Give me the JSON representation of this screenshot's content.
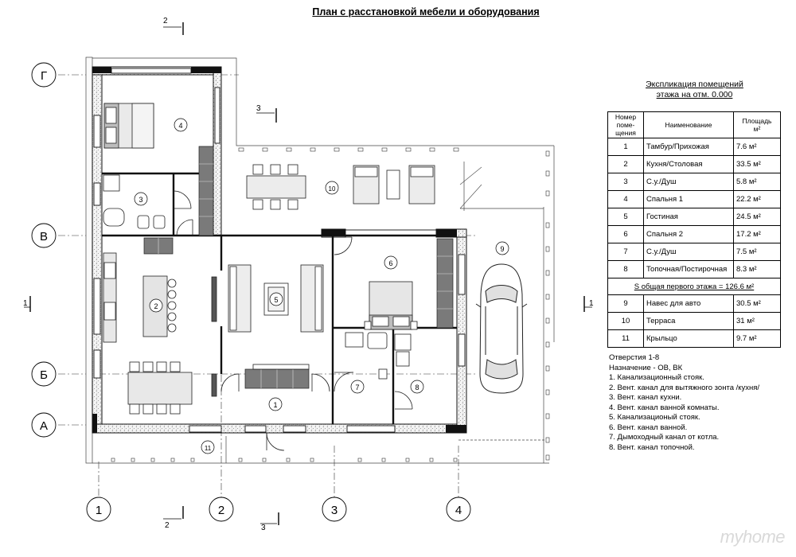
{
  "title": "План с расстановкой мебели и оборудования",
  "explication": {
    "title_line1": "Экспликация помещений",
    "title_line2": "этажа на отм. 0.000",
    "col_number_1": "Номер",
    "col_number_2": "поме-",
    "col_number_3": "щения",
    "col_name": "Наименование",
    "col_area_1": "Площадь",
    "col_area_2": "м²",
    "rows": [
      {
        "num": "1",
        "name": "Тамбур/Прихожая",
        "area": "7.6 м²"
      },
      {
        "num": "2",
        "name": "Кухня/Столовая",
        "area": "33.5 м²"
      },
      {
        "num": "3",
        "name": "С.у./Душ",
        "area": "5.8 м²"
      },
      {
        "num": "4",
        "name": "Спальня 1",
        "area": "22.2 м²"
      },
      {
        "num": "5",
        "name": "Гостиная",
        "area": "24.5 м²"
      },
      {
        "num": "6",
        "name": "Спальня 2",
        "area": "17.2 м²"
      },
      {
        "num": "7",
        "name": "С.у./Душ",
        "area": "7.5 м²"
      },
      {
        "num": "8",
        "name": "Топочная/Постирочная",
        "area": "8.3 м²"
      }
    ],
    "total": "S общая первого этажа = 126.6 м²",
    "extra_rows": [
      {
        "num": "9",
        "name": "Навес для авто",
        "area": "30.5 м²"
      },
      {
        "num": "10",
        "name": "Терраса",
        "area": "31 м²"
      },
      {
        "num": "11",
        "name": "Крыльцо",
        "area": "9.7 м²"
      }
    ]
  },
  "openings": {
    "title": "Отверстия 1-8",
    "purpose": "Назначение - ОВ, ВК",
    "items": [
      "1. Канализационный стояк.",
      "2. Вент. канал для вытяжного зонта /кухня/",
      "3. Вент. канал кухни.",
      "4. Вент. канал ванной комнаты.",
      "5. Канализационый стояк.",
      "6. Вент. канал ванной.",
      "7. Дымоходный канал от котла.",
      "8. Вент. канал топочной."
    ]
  },
  "axes": {
    "letters": [
      "Г",
      "В",
      "Б",
      "А"
    ],
    "numbers": [
      "1",
      "2",
      "3",
      "4"
    ]
  },
  "section_marks": {
    "s2_label": "2",
    "s3_label": "3",
    "s1_label": "1"
  },
  "room_numbers": [
    "1",
    "2",
    "3",
    "4",
    "5",
    "6",
    "7",
    "8",
    "9",
    "10",
    "11"
  ],
  "watermark": "myhome"
}
